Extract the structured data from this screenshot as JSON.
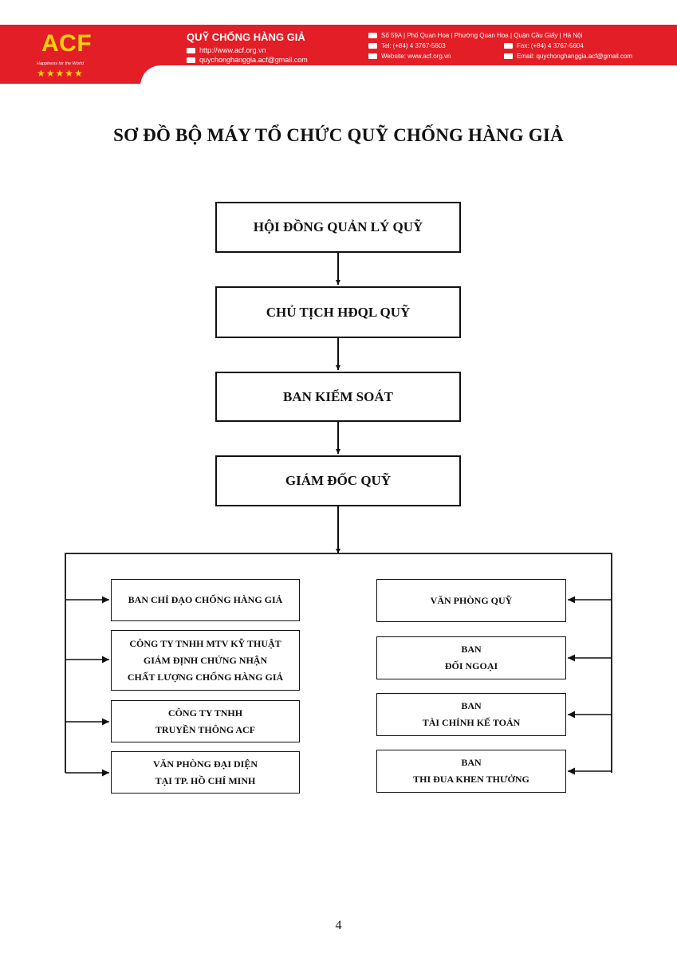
{
  "header": {
    "logo": "ACF",
    "tagline": "Happiness for the World",
    "stars": "★★★★★",
    "org_name": "QUỸ CHỐNG HÀNG GIẢ",
    "website": "http://www.acf.org.vn",
    "email": "quychonghanggia.acf@gmail.com",
    "address": "Số 59A | Phố Quan Hoa | Phường Quan Hoa | Quận Cầu Giấy | Hà Nội",
    "tel": "Tel: (+84) 4 3767-5603",
    "fax": "Fax: (+84) 4 3767-5604",
    "website_label": "Website: www.acf.org.vn",
    "email_label": "Email: quychonghanggia.acf@gmail.com",
    "colors": {
      "banner_red": "#e41e26",
      "logo_yellow": "#f7d20b"
    }
  },
  "title": "SƠ ĐỒ BỘ MÁY TỔ CHỨC QUỸ CHỐNG HÀNG GIẢ",
  "chain": [
    {
      "label": "HỘI ĐỒNG QUẢN LÝ QUỸ"
    },
    {
      "label": "CHỦ TỊCH HĐQL QUỸ"
    },
    {
      "label": "BAN KIỂM SOÁT"
    },
    {
      "label": "GIÁM ĐỐC QUỸ"
    }
  ],
  "left_units": [
    {
      "lines": [
        "BAN CHỈ ĐẠO CHỐNG HÀNG GIẢ"
      ]
    },
    {
      "lines": [
        "CÔNG TY TNHH MTV KỸ THUẬT",
        "GIÁM ĐỊNH CHỨNG NHẬN",
        "CHẤT LƯỢNG CHỐNG HÀNG GIẢ"
      ]
    },
    {
      "lines": [
        "CÔNG TY TNHH",
        "TRUYỀN THÔNG ACF"
      ]
    },
    {
      "lines": [
        "VĂN PHÒNG ĐẠI DIỆN",
        "TẠI TP. HỒ CHÍ MINH"
      ]
    }
  ],
  "right_units": [
    {
      "lines": [
        "VĂN PHÒNG QUỸ"
      ]
    },
    {
      "lines": [
        "BAN",
        "ĐỐI NGOẠI"
      ]
    },
    {
      "lines": [
        "BAN",
        "TÀI CHÍNH KẾ TOÁN"
      ]
    },
    {
      "lines": [
        "BAN",
        "THI ĐUA KHEN THƯỞNG"
      ]
    }
  ],
  "page_number": "4"
}
